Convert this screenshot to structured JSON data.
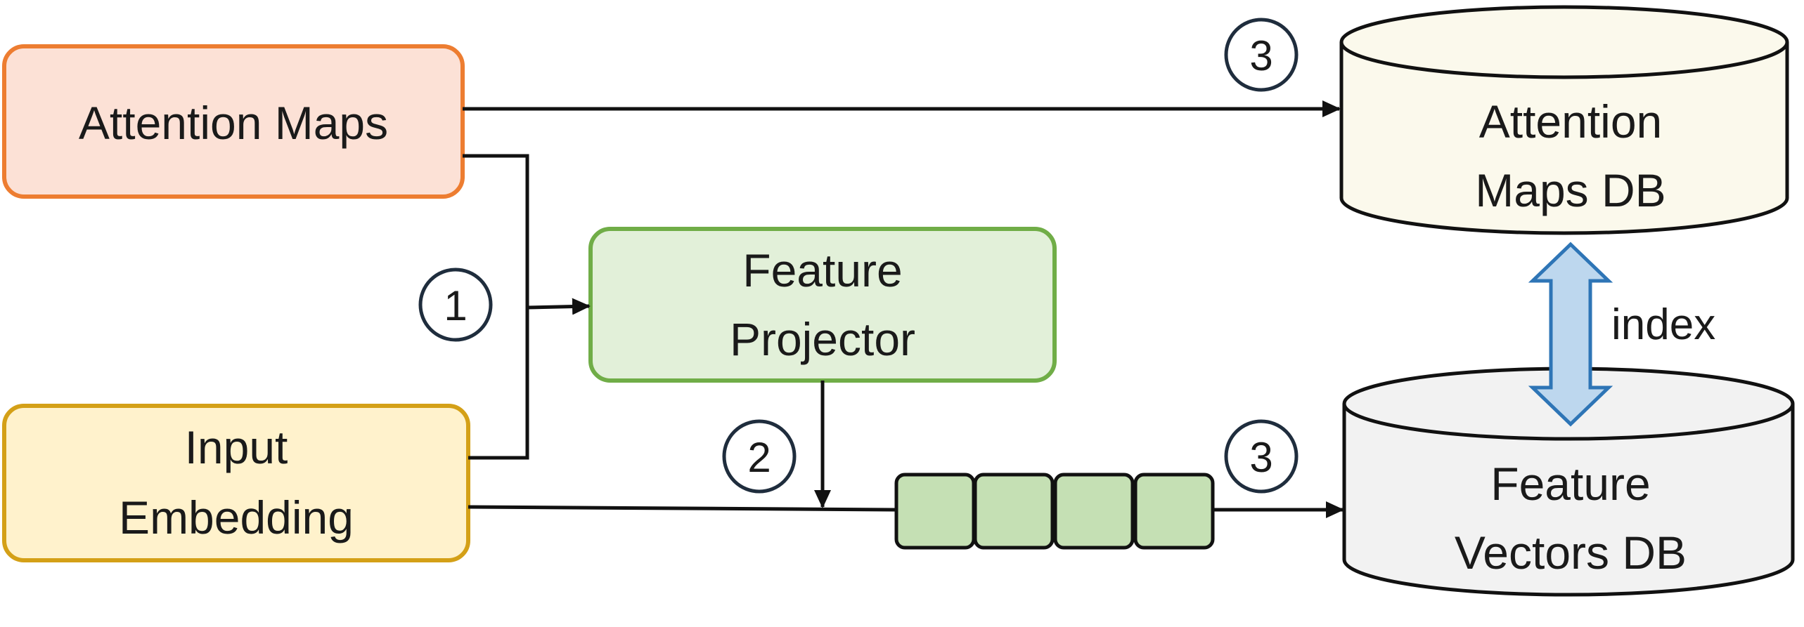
{
  "boxes": {
    "attention_maps": {
      "lines": [
        "Attention Maps"
      ],
      "fill": "#fce1d6",
      "stroke": "#ed7d31"
    },
    "input_embedding": {
      "lines": [
        "Input",
        "Embedding"
      ],
      "fill": "#fff2cc",
      "stroke": "#d4a017"
    },
    "feature_projector": {
      "lines": [
        "Feature",
        "Projector"
      ],
      "fill": "#e2f0d9",
      "stroke": "#70ad47"
    }
  },
  "databases": {
    "attention_maps_db": {
      "lines": [
        "Attention",
        "Maps DB"
      ],
      "fill": "#fbf9ec",
      "stroke": "#111111"
    },
    "feature_vectors_db": {
      "lines": [
        "Feature",
        "Vectors DB"
      ],
      "fill": "#f2f2f2",
      "stroke": "#111111"
    }
  },
  "steps": {
    "step1": "1",
    "step2": "2",
    "step3_top": "3",
    "step3_bottom": "3"
  },
  "index_link": {
    "label": "index",
    "fill": "#bdd7ee",
    "stroke": "#2e75b6"
  },
  "feature_vector": {
    "cells": 4,
    "fill": "#c5e0b4",
    "stroke": "#111111"
  }
}
